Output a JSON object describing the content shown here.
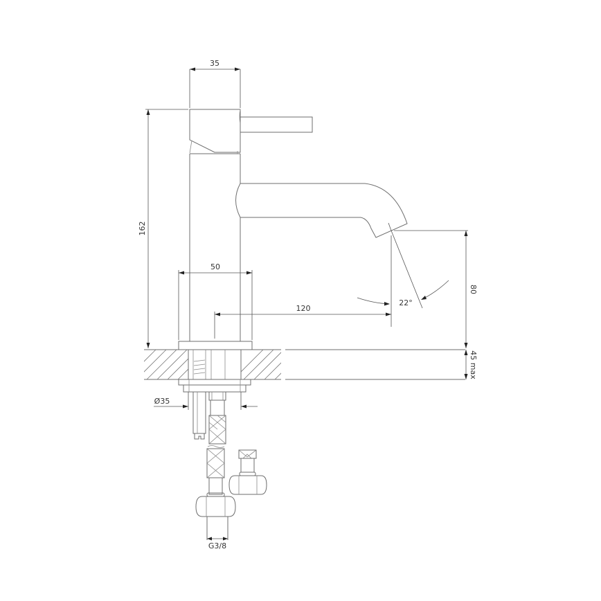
{
  "drawing": {
    "title": "Basin mixer tap technical drawing",
    "line_color": "#6e6e6e",
    "background": "#ffffff",
    "dimensions": {
      "head_width": "35",
      "total_height": "162",
      "base_width": "50",
      "spout_reach": "120",
      "spout_angle": "22°",
      "spout_height": "80",
      "deck_thickness": "45 max",
      "hole_diameter": "Ø35",
      "connection_thread": "G3/8"
    }
  }
}
